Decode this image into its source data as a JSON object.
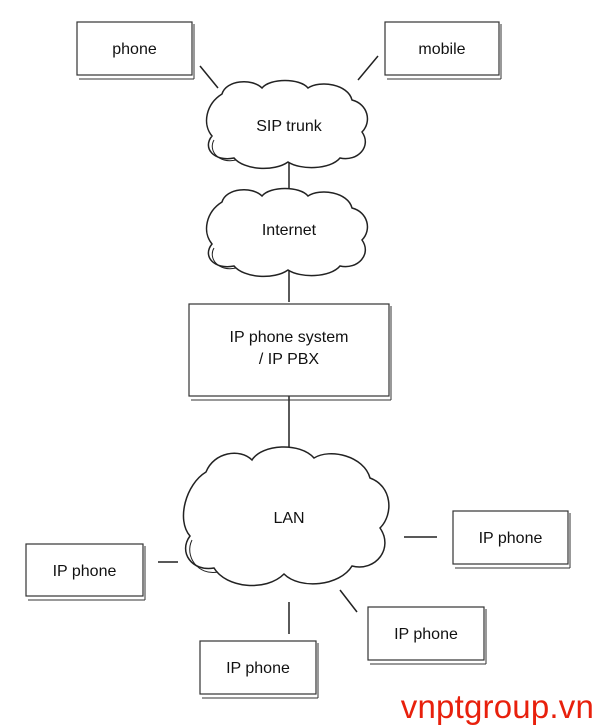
{
  "nodes": {
    "phone": "phone",
    "mobile": "mobile",
    "sip_trunk": "SIP trunk",
    "internet": "Internet",
    "pbx_line1": "IP phone system",
    "pbx_line2": "/ IP PBX",
    "lan": "LAN",
    "ip_phone_left": "IP phone",
    "ip_phone_right": "IP phone",
    "ip_phone_bottom_right": "IP phone",
    "ip_phone_bottom": "IP phone"
  },
  "watermark": "vnptgroup.vn"
}
